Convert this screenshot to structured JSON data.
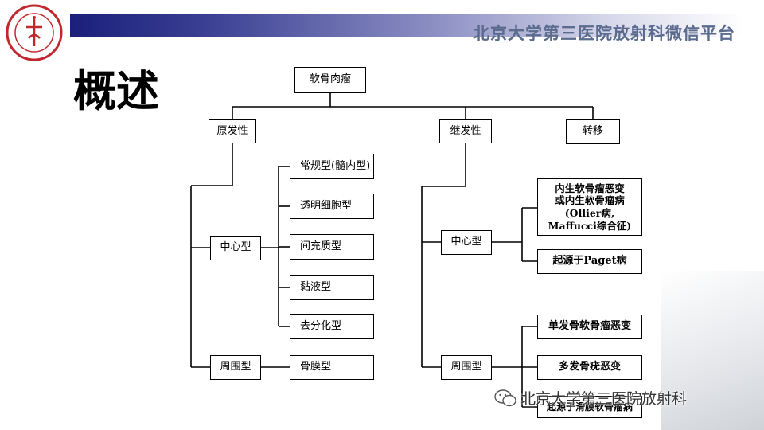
{
  "header": {
    "platform_name": "北京大学第三医院放射科微信平台"
  },
  "slide": {
    "title": "概述"
  },
  "diagram": {
    "root": "软骨肉瘤",
    "primary": {
      "label": "原发性",
      "central": {
        "label": "中心型",
        "children": [
          "常规型(髓内型)",
          "透明细胞型",
          "间充质型",
          "黏液型",
          "去分化型"
        ]
      },
      "peripheral": {
        "label": "周围型",
        "children": [
          "骨膜型"
        ]
      }
    },
    "secondary": {
      "label": "继发性",
      "central": {
        "label": "中心型",
        "children": [
          {
            "lines": [
              "内生软骨瘤恶变",
              "或内生软骨瘤病",
              "(Ollier病,",
              "Maffucci综合征)"
            ]
          },
          {
            "lines": [
              "起源于Paget病"
            ]
          }
        ]
      },
      "peripheral": {
        "label": "周围型",
        "children": [
          "单发骨软骨瘤恶变",
          "多发骨疣恶变",
          "起源于滑膜软骨瘤病"
        ]
      }
    },
    "metastasis": {
      "label": "转移"
    }
  },
  "footer": {
    "account_name": "北京大学第三医院放射科"
  }
}
